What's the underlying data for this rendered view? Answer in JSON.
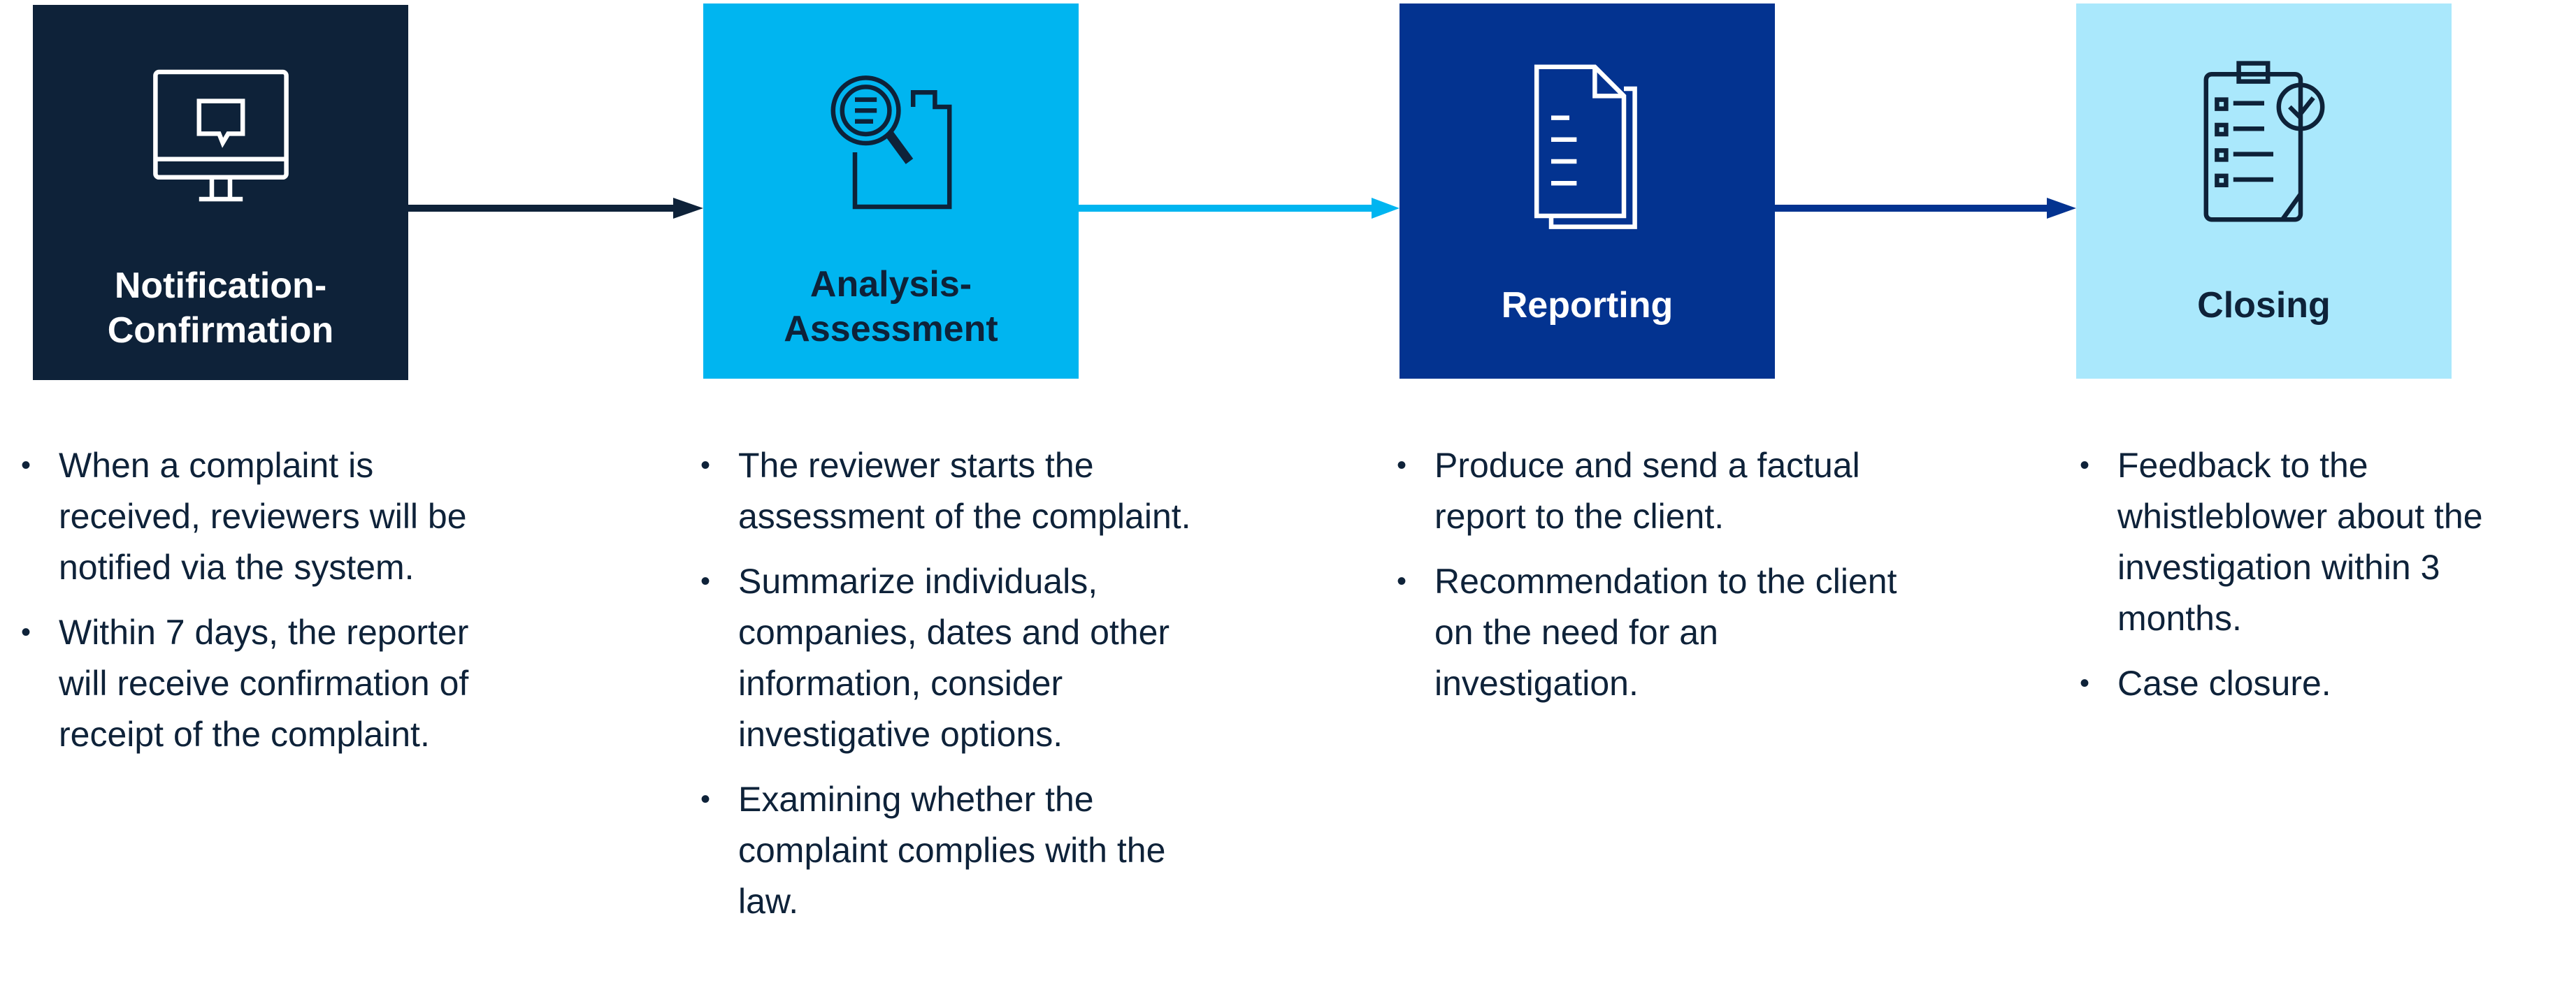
{
  "colors": {
    "step1": "#0E2239",
    "step2": "#00B5F0",
    "step3": "#033390",
    "step4": "#AAE8FC"
  },
  "steps": [
    {
      "title": "Notification-\nConfirmation",
      "icon": "monitor-chat-icon",
      "bullets": [
        "When a complaint is received, reviewers will be notified via the system.",
        "Within 7 days, the reporter will receive confirmation of receipt of the complaint."
      ]
    },
    {
      "title": "Analysis-\nAssessment",
      "icon": "magnifier-folder-icon",
      "bullets": [
        "The reviewer starts the assessment of the complaint.",
        "Summarize individuals, companies, dates and other information, consider investigative options.",
        "Examining whether the complaint complies with the law."
      ]
    },
    {
      "title": "Reporting",
      "icon": "documents-icon",
      "bullets": [
        "Produce and send a factual report to the client.",
        "Recommendation to the client on the need for an investigation."
      ]
    },
    {
      "title": "Closing",
      "icon": "clipboard-check-icon",
      "bullets": [
        "Feedback to the whistleblower about the investigation within 3 months.",
        "Case closure."
      ]
    }
  ]
}
